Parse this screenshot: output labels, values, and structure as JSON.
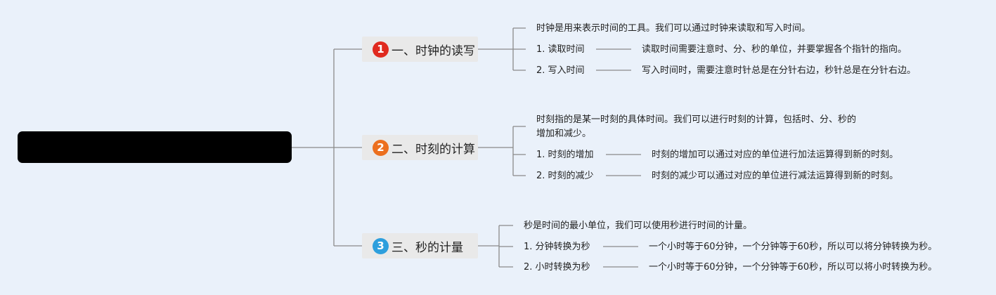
{
  "root": {
    "title": ""
  },
  "branches": [
    {
      "number": "1",
      "label": "一、时钟的读写",
      "color": "#e02a1f",
      "intro": "时钟是用来表示时间的工具。我们可以通过时钟来读取和写入时间。",
      "items": [
        {
          "label": "1. 读取时间",
          "detail": "读取时间需要注意时、分、秒的单位，并要掌握各个指针的指向。"
        },
        {
          "label": "2. 写入时间",
          "detail": "写入时间时，需要注意时针总是在分针右边，秒针总是在分针右边。"
        }
      ]
    },
    {
      "number": "2",
      "label": "二、时刻的计算",
      "color": "#ec6f1e",
      "intro_line1": "时刻指的是某一时刻的具体时间。我们可以进行时刻的计算，包括时、分、秒的",
      "intro_line2": "增加和减少。",
      "items": [
        {
          "label": "1. 时刻的增加",
          "detail": "时刻的增加可以通过对应的单位进行加法运算得到新的时刻。"
        },
        {
          "label": "2. 时刻的减少",
          "detail": "时刻的减少可以通过对应的单位进行减法运算得到新的时刻。"
        }
      ]
    },
    {
      "number": "3",
      "label": "三、秒的计量",
      "color": "#2d9fdd",
      "intro": "秒是时间的最小单位，我们可以使用秒进行时间的计量。",
      "items": [
        {
          "label": "1. 分钟转换为秒",
          "detail": "一个小时等于60分钟，一个分钟等于60秒，所以可以将分钟转换为秒。"
        },
        {
          "label": "2. 小时转换为秒",
          "detail": "一个小时等于60分钟，一个分钟等于60秒，所以可以将小时转换为秒。"
        }
      ]
    }
  ]
}
